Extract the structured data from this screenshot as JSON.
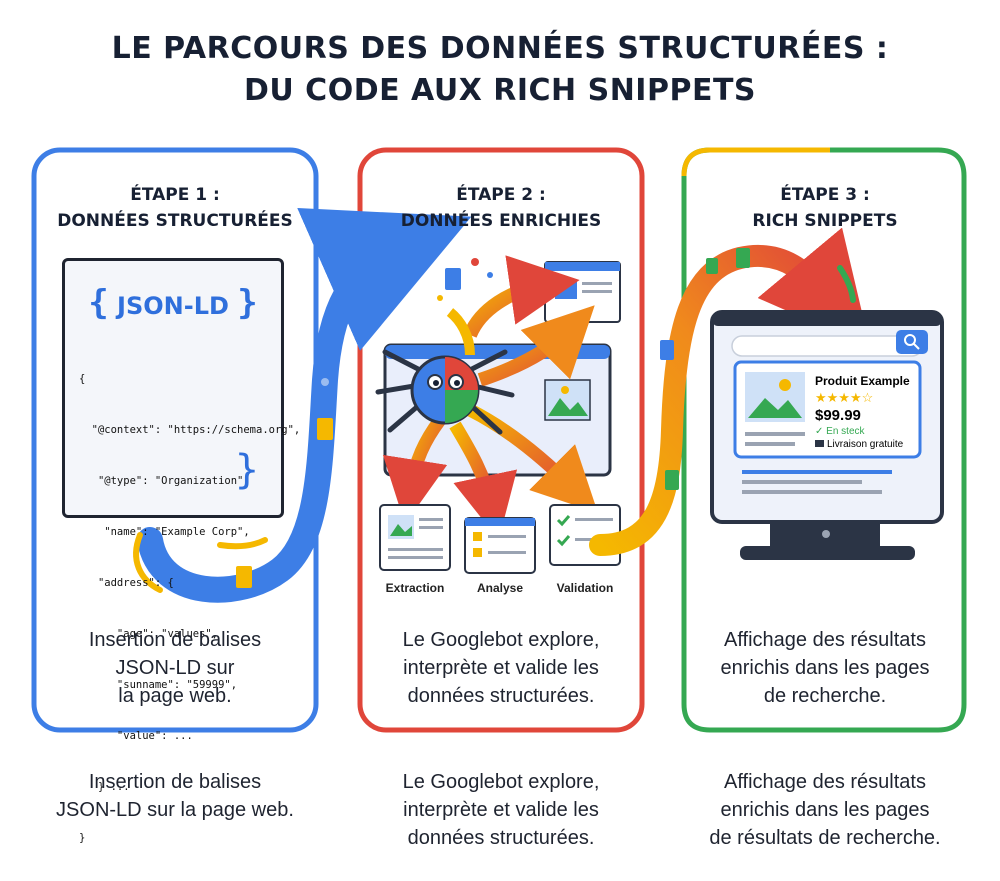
{
  "title": {
    "line1": "LE PARCOURS DES DONNÉES STRUCTURÉES :",
    "line2": "DU CODE AUX RICH SNIPPETS"
  },
  "colors": {
    "blue": "#3d7ee6",
    "red": "#e0463a",
    "yellow": "#f5b800",
    "green": "#35a852",
    "dark": "#172033"
  },
  "steps": [
    {
      "title1": "ÉTAPE 1 :",
      "title2": "DONNÉES STRUCTURÉES",
      "description_lines": [
        "Insertion de balises",
        "JSON-LD sur",
        "la page web."
      ],
      "footer_lines": [
        "Insertion de balises",
        "JSON-LD sur la page web."
      ]
    },
    {
      "title1": "ÉTAPE 2 :",
      "title2": "DONNÉES ENRICHIES",
      "description_lines": [
        "Le Googlebot explore,",
        "interprète et valide les",
        "données structurées."
      ],
      "footer_lines": [
        "Le Googlebot explore,",
        "interprète et valide les",
        "données structurées."
      ]
    },
    {
      "title1": "ÉTAPE 3 :",
      "title2": "RICH SNIPPETS",
      "description_lines": [
        "Affichage des résultats",
        "enrichis dans les pages",
        "de recherche."
      ],
      "footer_lines": [
        "Affichage des résultats",
        "enrichis dans les pages",
        "de résultats de recherche."
      ]
    }
  ],
  "code_box": {
    "title": "JSON-LD",
    "brace_open": "{",
    "brace_close": "}",
    "lines": [
      "{",
      "  \"@context\": \"https://schema.org\",",
      "   \"@type\": \"Organization\",",
      "    \"name\": \"Example Corp\",",
      "   \"address\": {",
      "      \"age\": \"values\",",
      "      \"sunname\": \"59999\",",
      "      \"value\": ...",
      "   } ...",
      "}"
    ]
  },
  "process_labels": [
    "Extraction",
    "Analyse",
    "Validation"
  ],
  "snippet": {
    "title": "Produit Example",
    "rating_stars": "★★★★☆",
    "rating": 4,
    "price": "$99.99",
    "stock": "✓ En steck",
    "shipping": "Livraison gratuite"
  },
  "icons": {
    "search": "search-icon",
    "spider": "googlebot-spider-icon",
    "document": "document-icon",
    "monitor": "monitor-icon"
  }
}
